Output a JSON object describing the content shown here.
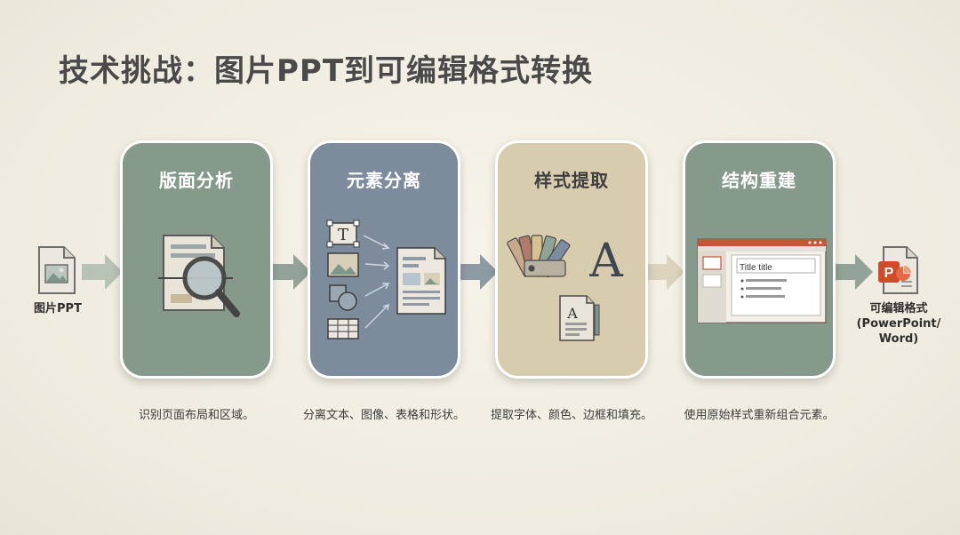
{
  "slide": {
    "title": "技术挑战：图片PPT到可编辑格式转换"
  },
  "input": {
    "label": "图片PPT"
  },
  "output": {
    "label_line1": "可编辑格式",
    "label_line2": "(PowerPoint/",
    "label_line3": "Word)",
    "badge": "P"
  },
  "steps": [
    {
      "title": "版面分析",
      "desc": "识别页面布局和区域。",
      "color": "#869a8c"
    },
    {
      "title": "元素分离",
      "desc": "分离文本、图像、表格和形状。",
      "color": "#7d8c9d"
    },
    {
      "title": "样式提取",
      "desc": "提取字体、颜色、边框和填充。",
      "color": "#d8ccaf"
    },
    {
      "title": "结构重建",
      "desc": "使用原始样式重新组合元素。",
      "color": "#869a8c"
    }
  ],
  "icons": {
    "text_tool_glyph": "T",
    "font_glyph": "A",
    "doc_font_glyph": "A",
    "slide_preview_title": "Title title"
  },
  "colors": {
    "arrow": "#9aa99c",
    "powerpoint": "#d04a2c"
  }
}
